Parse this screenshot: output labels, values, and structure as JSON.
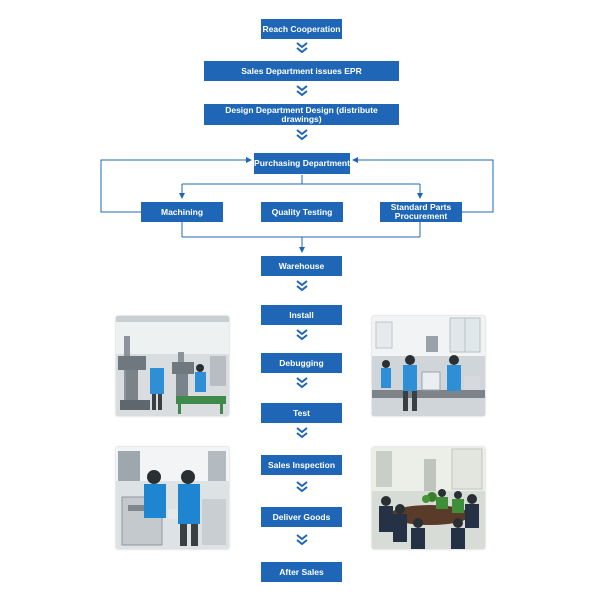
{
  "colors": {
    "node_fill": "#1f67b6",
    "node_text": "#ffffff",
    "connector": "#1f67b6",
    "background": "#ffffff"
  },
  "nodes": {
    "reach_cooperation": "Reach Cooperation",
    "sales_epr": "Sales Department issues EPR",
    "design_department": "Design Department Design (distribute drawings)",
    "purchasing_department": "Purchasing Department",
    "machining": "Machining",
    "quality_testing": "Quality Testing",
    "standard_parts_line1": "Standard Parts",
    "standard_parts_line2": "Procurement",
    "warehouse": "Warehouse",
    "install": "Install",
    "debugging": "Debugging",
    "test": "Test",
    "sales_inspection": "Sales Inspection",
    "deliver_goods": "Deliver Goods",
    "after_sales": "After Sales"
  },
  "photos": [
    {
      "name": "machining-workshop-photo",
      "depicts": "milling machines workshop"
    },
    {
      "name": "assembly-workbench-photo",
      "depicts": "workers at assembly bench"
    },
    {
      "name": "machine-install-photo",
      "depicts": "workers installing machine"
    },
    {
      "name": "meeting-room-photo",
      "depicts": "team meeting at table"
    }
  ]
}
